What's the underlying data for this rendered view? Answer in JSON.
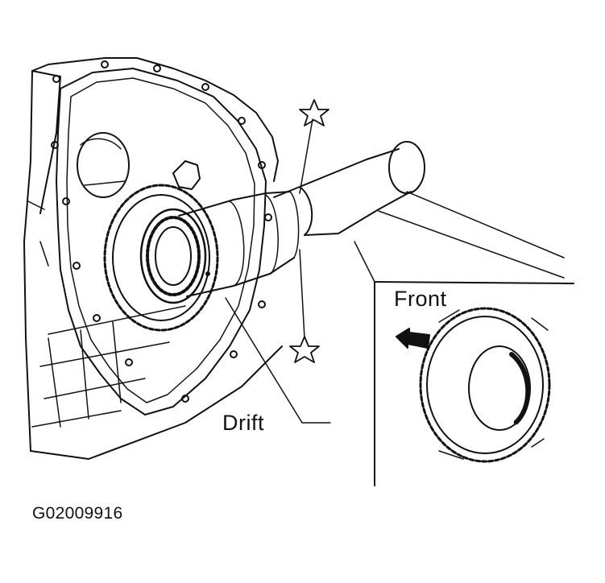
{
  "labels": {
    "front": "Front",
    "drift": "Drift",
    "figure_code": "G02009916"
  },
  "colors": {
    "ink": "#111111",
    "paper": "#ffffff"
  },
  "icons": {
    "marker": "star-outline-icon",
    "direction": "arrow-left-icon"
  }
}
